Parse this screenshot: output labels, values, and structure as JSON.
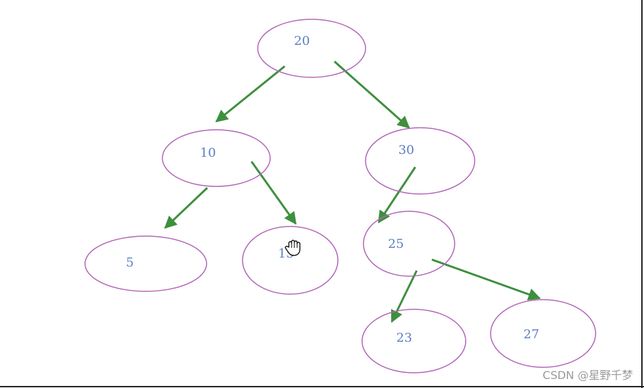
{
  "colors": {
    "node_stroke": "#b266b8",
    "node_text": "#5b7ec4",
    "edge": "#3e8f3e",
    "frame": "#222222",
    "watermark": "#9a9a9a"
  },
  "nodes": [
    {
      "id": "n20",
      "label": "20"
    },
    {
      "id": "n10",
      "label": "10"
    },
    {
      "id": "n30",
      "label": "30"
    },
    {
      "id": "n5",
      "label": "5"
    },
    {
      "id": "n15",
      "label": "15"
    },
    {
      "id": "n25",
      "label": "25"
    },
    {
      "id": "n23",
      "label": "23"
    },
    {
      "id": "n27",
      "label": "27"
    }
  ],
  "edges": [
    {
      "from": "n20",
      "to": "n10"
    },
    {
      "from": "n20",
      "to": "n30"
    },
    {
      "from": "n10",
      "to": "n5"
    },
    {
      "from": "n10",
      "to": "n15"
    },
    {
      "from": "n30",
      "to": "n25"
    },
    {
      "from": "n25",
      "to": "n23"
    },
    {
      "from": "n25",
      "to": "n27"
    }
  ],
  "cursor_icon": "grab-hand-icon",
  "watermark": "CSDN @星野千梦"
}
